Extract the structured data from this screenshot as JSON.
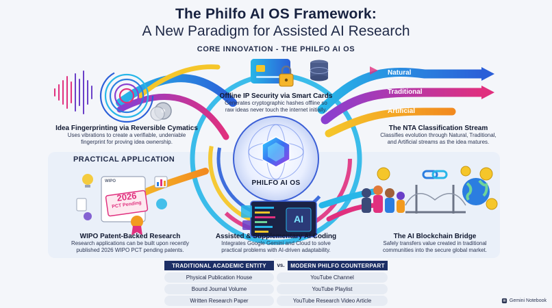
{
  "header": {
    "title_line1": "The Philfo AI OS Framework:",
    "title_line2": "A New Paradigm for Assisted AI Research"
  },
  "core": {
    "label": "CORE INNOVATION - THE PHILFO AI OS",
    "center_label": "PHILFO AI OS"
  },
  "sections": {
    "fingerprint": {
      "title": "Idea Fingerprinting via Reversible Cymatics",
      "desc_line1": "Uses vibrations to create a verifiable, undeniable",
      "desc_line2": "fingerprint for proving idea ownership."
    },
    "security": {
      "title": "Offline IP Security via Smart Cards",
      "desc_line1": "Generates cryptographic hashes offline so",
      "desc_line2": "raw ideas never touch the internet initially."
    },
    "nta": {
      "title": "The NTA Classification Stream",
      "desc_line1": "Classifies evolution through Natural, Traditional,",
      "desc_line2": "and Artificial streams as the idea matures."
    },
    "wipo": {
      "title": "WIPO Patent-Backed Research",
      "desc_line1": "Research applications can be built upon recently",
      "desc_line2": "published 2026 WIPO PCT pending patents."
    },
    "coding": {
      "title": "Assisted & Supplementary AI Coding",
      "desc_line1": "Integrates Google Gemini and Cloud to solve",
      "desc_line2": "practical problems with AI-driven adaptability."
    },
    "blockchain": {
      "title": "The AI Blockchain Bridge",
      "desc_line1": "Safely transfers value created in traditional",
      "desc_line2": "communities into the secure global market."
    }
  },
  "practical_label": "PRACTICAL APPLICATION",
  "streams": [
    "Natural",
    "Traditional",
    "Artificial"
  ],
  "wipo_art": {
    "org": "WIPO",
    "year": "2026",
    "status": "PCT Pending"
  },
  "coding_art": {
    "screen_label": "AI"
  },
  "table": {
    "left_header": "TRADITIONAL ACADEMIC ENTITY",
    "vs": "vs.",
    "right_header": "MODERN PHILFO COUNTERPART",
    "rows": [
      {
        "left": "Physical Publication House",
        "right": "YouTube Channel"
      },
      {
        "left": "Bound Journal Volume",
        "right": "YouTube Playlist"
      },
      {
        "left": "Written Research Paper",
        "right": "YouTube Research Video Article"
      }
    ]
  },
  "footer": {
    "brand": "Gemini Notebook"
  },
  "colors": {
    "navy": "#1d2f66",
    "blue": "#2b7de0",
    "cyan": "#27b6e8",
    "magenta": "#e0307e",
    "orange": "#f29a1f",
    "yellow": "#f5c62a",
    "purple": "#6a3fc8"
  }
}
